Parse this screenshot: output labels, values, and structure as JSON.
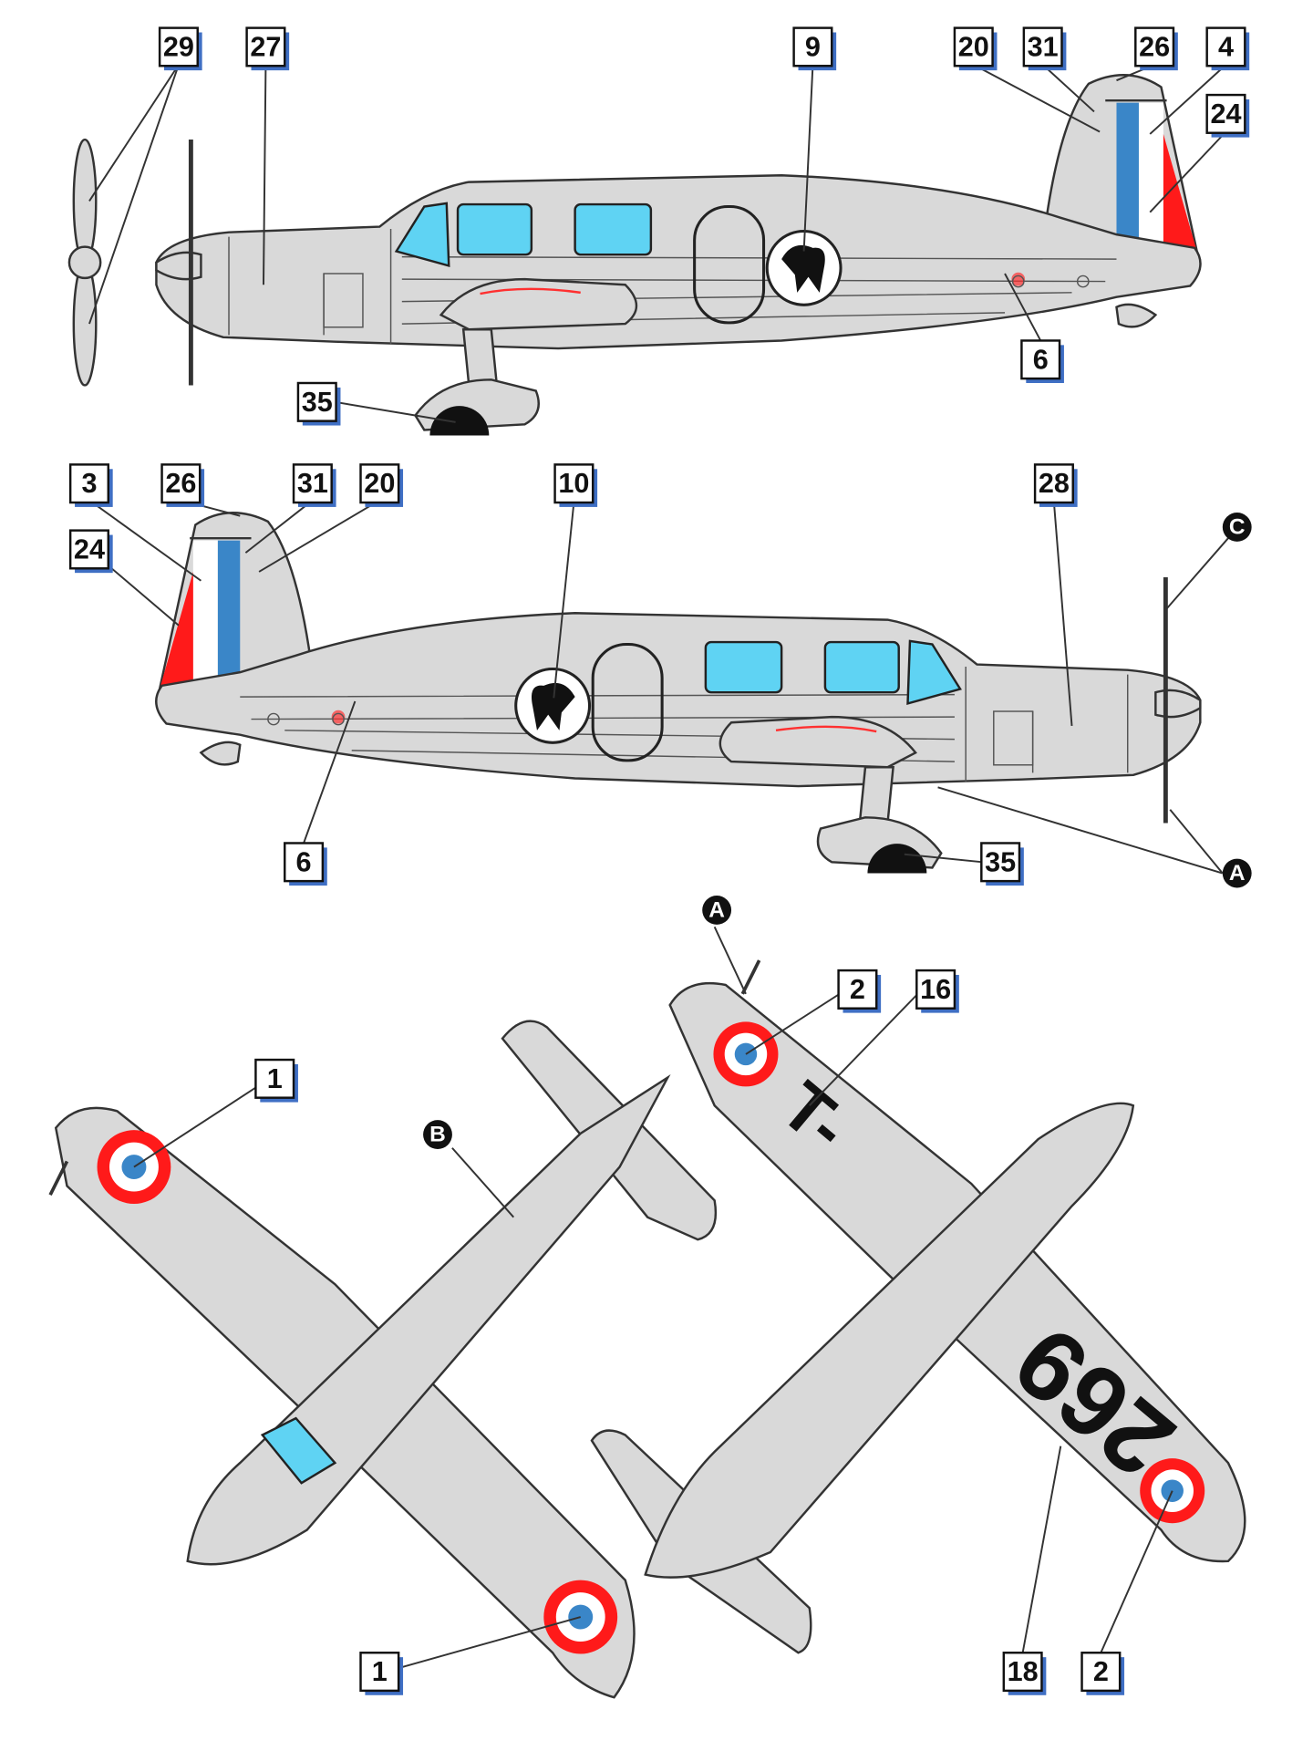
{
  "title": "Caudron C.635 marking guide",
  "colors": {
    "fuselage": "#d9d9d9",
    "blue": "#3a86c8",
    "red": "#ff1a1a",
    "glass": "#5fd3f3",
    "callout_shadow": "#3f6fc4"
  },
  "side_view_left": {
    "callouts": [
      "29",
      "27",
      "9",
      "20",
      "31",
      "26",
      "4",
      "24",
      "6",
      "35"
    ]
  },
  "side_view_right": {
    "callouts": [
      "3",
      "26",
      "31",
      "20",
      "10",
      "28",
      "24",
      "6",
      "35"
    ],
    "letter_markers": [
      "C",
      "A"
    ]
  },
  "plan_view_upper": {
    "callouts": [
      "1",
      "1"
    ],
    "letter_markers": [
      "B"
    ]
  },
  "plan_view_lower": {
    "callouts": [
      "2",
      "16",
      "18",
      "2"
    ],
    "letter_markers": [
      "A"
    ],
    "registration_fuselage": "T-",
    "registration_wing": "269"
  }
}
